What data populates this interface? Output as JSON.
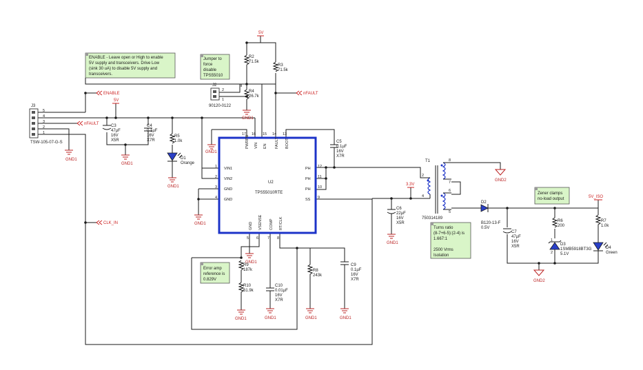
{
  "notes": {
    "enable_lines": [
      "ENABLE - Leave open or High to enable",
      "5V supply and transceivers.  Drive Low",
      "(sink 30 uA) to disable 5V supply and",
      "transceivers."
    ],
    "jumper_lines": [
      "Jumper to",
      "force",
      "disable",
      "TPS55010"
    ],
    "turns_lines": [
      "Turns ratio",
      "(8-7+6-5):(2-4) is",
      "1.667:1",
      "",
      "2500 Vrms",
      "Isolation"
    ],
    "zener_lines": [
      "Zener clamps",
      "no-load output"
    ],
    "error_amp_lines": [
      "Error amp",
      "reference is",
      "0.829V"
    ]
  },
  "nets": {
    "v5": "5V",
    "v5_iso": "5V_ISO",
    "v3v3": "3.3V",
    "enable": "ENABLE",
    "nfault": "nFAULT",
    "clk_in": "CLK_IN",
    "gnd1": "GND1",
    "gnd2": "GND2"
  },
  "ic": {
    "ref": "U2",
    "part": "TPS55010RTE",
    "top_pins": [
      {
        "name": "PWRPD",
        "num": "17"
      },
      {
        "name": "VIN",
        "num": "16"
      },
      {
        "name": "EN",
        "num": "15"
      },
      {
        "name": "FAULT",
        "num": "14"
      },
      {
        "name": "BOOT",
        "num": "13"
      }
    ],
    "left_pins": [
      {
        "name": "VIN1",
        "num": "1"
      },
      {
        "name": "VIN2",
        "num": "2"
      },
      {
        "name": "GND",
        "num": "3"
      },
      {
        "name": "GND",
        "num": "4"
      }
    ],
    "right_pins": [
      {
        "name": "PH",
        "num": "12"
      },
      {
        "name": "PH",
        "num": "11"
      },
      {
        "name": "PH",
        "num": "10"
      },
      {
        "name": "SS",
        "num": "9"
      }
    ],
    "bottom_pins": [
      {
        "name": "GND",
        "num": "5"
      },
      {
        "name": "VSENSE",
        "num": "6"
      },
      {
        "name": "COMP",
        "num": "7"
      },
      {
        "name": "RT/CLK",
        "num": "8"
      }
    ]
  },
  "connector": {
    "ref": "J3",
    "part": "TSW-105-07-G-S",
    "pins": [
      "5",
      "4",
      "3",
      "2",
      "1"
    ]
  },
  "jumper": {
    "ref": "J2",
    "part": "90120-0122",
    "pins": [
      "2",
      "1"
    ]
  },
  "transformer": {
    "ref": "T1",
    "part": "750314189",
    "pins": [
      "2",
      "4",
      "8",
      "7",
      "6",
      "5"
    ]
  },
  "parts": {
    "r2": [
      "R2",
      "71.5k"
    ],
    "r3": [
      "R3",
      "71.5k"
    ],
    "r4": [
      "R4",
      "26.7k"
    ],
    "r5": [
      "R5",
      "1.0k"
    ],
    "r6": [
      "R6",
      "200"
    ],
    "r7": [
      "R7",
      "1.0k"
    ],
    "r8": [
      "R8",
      "243k"
    ],
    "r9": [
      "R9",
      "187k"
    ],
    "r10": [
      "R10",
      "61.9k"
    ],
    "c3": [
      "C3",
      "47µF",
      "16V",
      "X5R"
    ],
    "c4": [
      "C4",
      "0.1µF",
      "16V",
      "X7R"
    ],
    "c5": [
      "C5",
      "0.1µF",
      "16V",
      "X7R"
    ],
    "c6": [
      "C6",
      "22µF",
      "16V",
      "X5R"
    ],
    "c7": [
      "C7",
      "47µF",
      "16V",
      "X5R"
    ],
    "c9": [
      "C9",
      "0.1µF",
      "16V",
      "X7R"
    ],
    "c10": [
      "C10",
      "0.01µF",
      "16V",
      "X7R"
    ],
    "d1": [
      "D1",
      "Orange"
    ],
    "d2": [
      "D2",
      "B120-13-F",
      "0.5V"
    ],
    "d3": [
      "D3",
      "1SMB5918BT3G",
      "5.1V"
    ],
    "d4": [
      "D4",
      "Green"
    ],
    "pin_nums": [
      "1",
      "2"
    ]
  }
}
